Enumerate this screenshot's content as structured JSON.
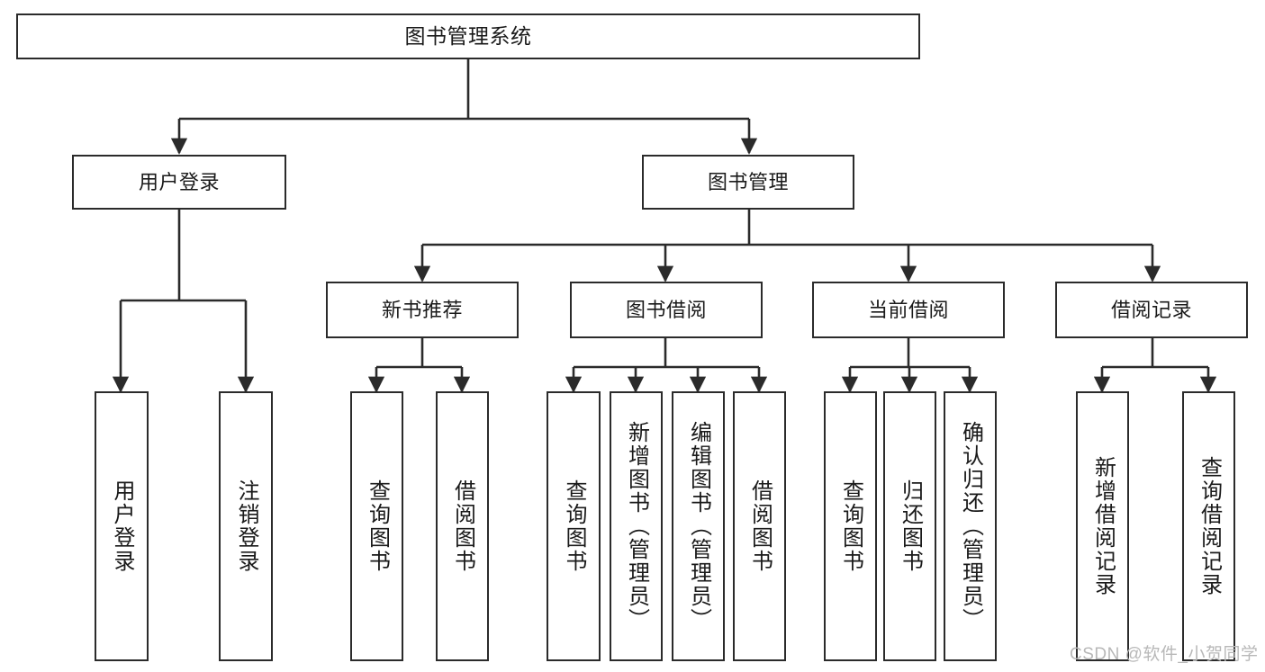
{
  "diagram": {
    "title": "图书管理系统",
    "type": "function-structure-tree",
    "watermark": "CSDN @软件_小贺同学",
    "colors": {
      "background": "#ffffff",
      "box_border": "#2b2b2b",
      "edge": "#2b2b2b",
      "text": "#1a1a1a",
      "watermark": "#b8b8b8"
    }
  },
  "nodes": {
    "root": {
      "label": "图书管理系统"
    },
    "level2": [
      {
        "id": "user-login",
        "label": "用户登录"
      },
      {
        "id": "book-manage",
        "label": "图书管理"
      }
    ],
    "level3": [
      {
        "id": "new-book-recommend",
        "label": "新书推荐"
      },
      {
        "id": "book-borrow",
        "label": "图书借阅"
      },
      {
        "id": "current-borrow",
        "label": "当前借阅"
      },
      {
        "id": "borrow-record",
        "label": "借阅记录"
      }
    ],
    "leaves": {
      "user_login": [
        {
          "id": "leaf-user-login",
          "label": "用户登录"
        },
        {
          "id": "leaf-logout",
          "label": "注销登录"
        }
      ],
      "new_book_recommend": [
        {
          "id": "leaf-query-book-1",
          "label": "查询图书"
        },
        {
          "id": "leaf-borrow-book-1",
          "label": "借阅图书"
        }
      ],
      "book_borrow": [
        {
          "id": "leaf-query-book-2",
          "label": "查询图书"
        },
        {
          "id": "leaf-add-book",
          "label": "新增图书（管理员）"
        },
        {
          "id": "leaf-edit-book",
          "label": "编辑图书（管理员）"
        },
        {
          "id": "leaf-borrow-book-2",
          "label": "借阅图书"
        }
      ],
      "current_borrow": [
        {
          "id": "leaf-query-book-3",
          "label": "查询图书"
        },
        {
          "id": "leaf-return-book",
          "label": "归还图书"
        },
        {
          "id": "leaf-confirm-return",
          "label": "确认归还（管理员）"
        }
      ],
      "borrow_record": [
        {
          "id": "leaf-add-record",
          "label": "新增借阅记录"
        },
        {
          "id": "leaf-query-record",
          "label": "查询借阅记录"
        }
      ]
    }
  }
}
